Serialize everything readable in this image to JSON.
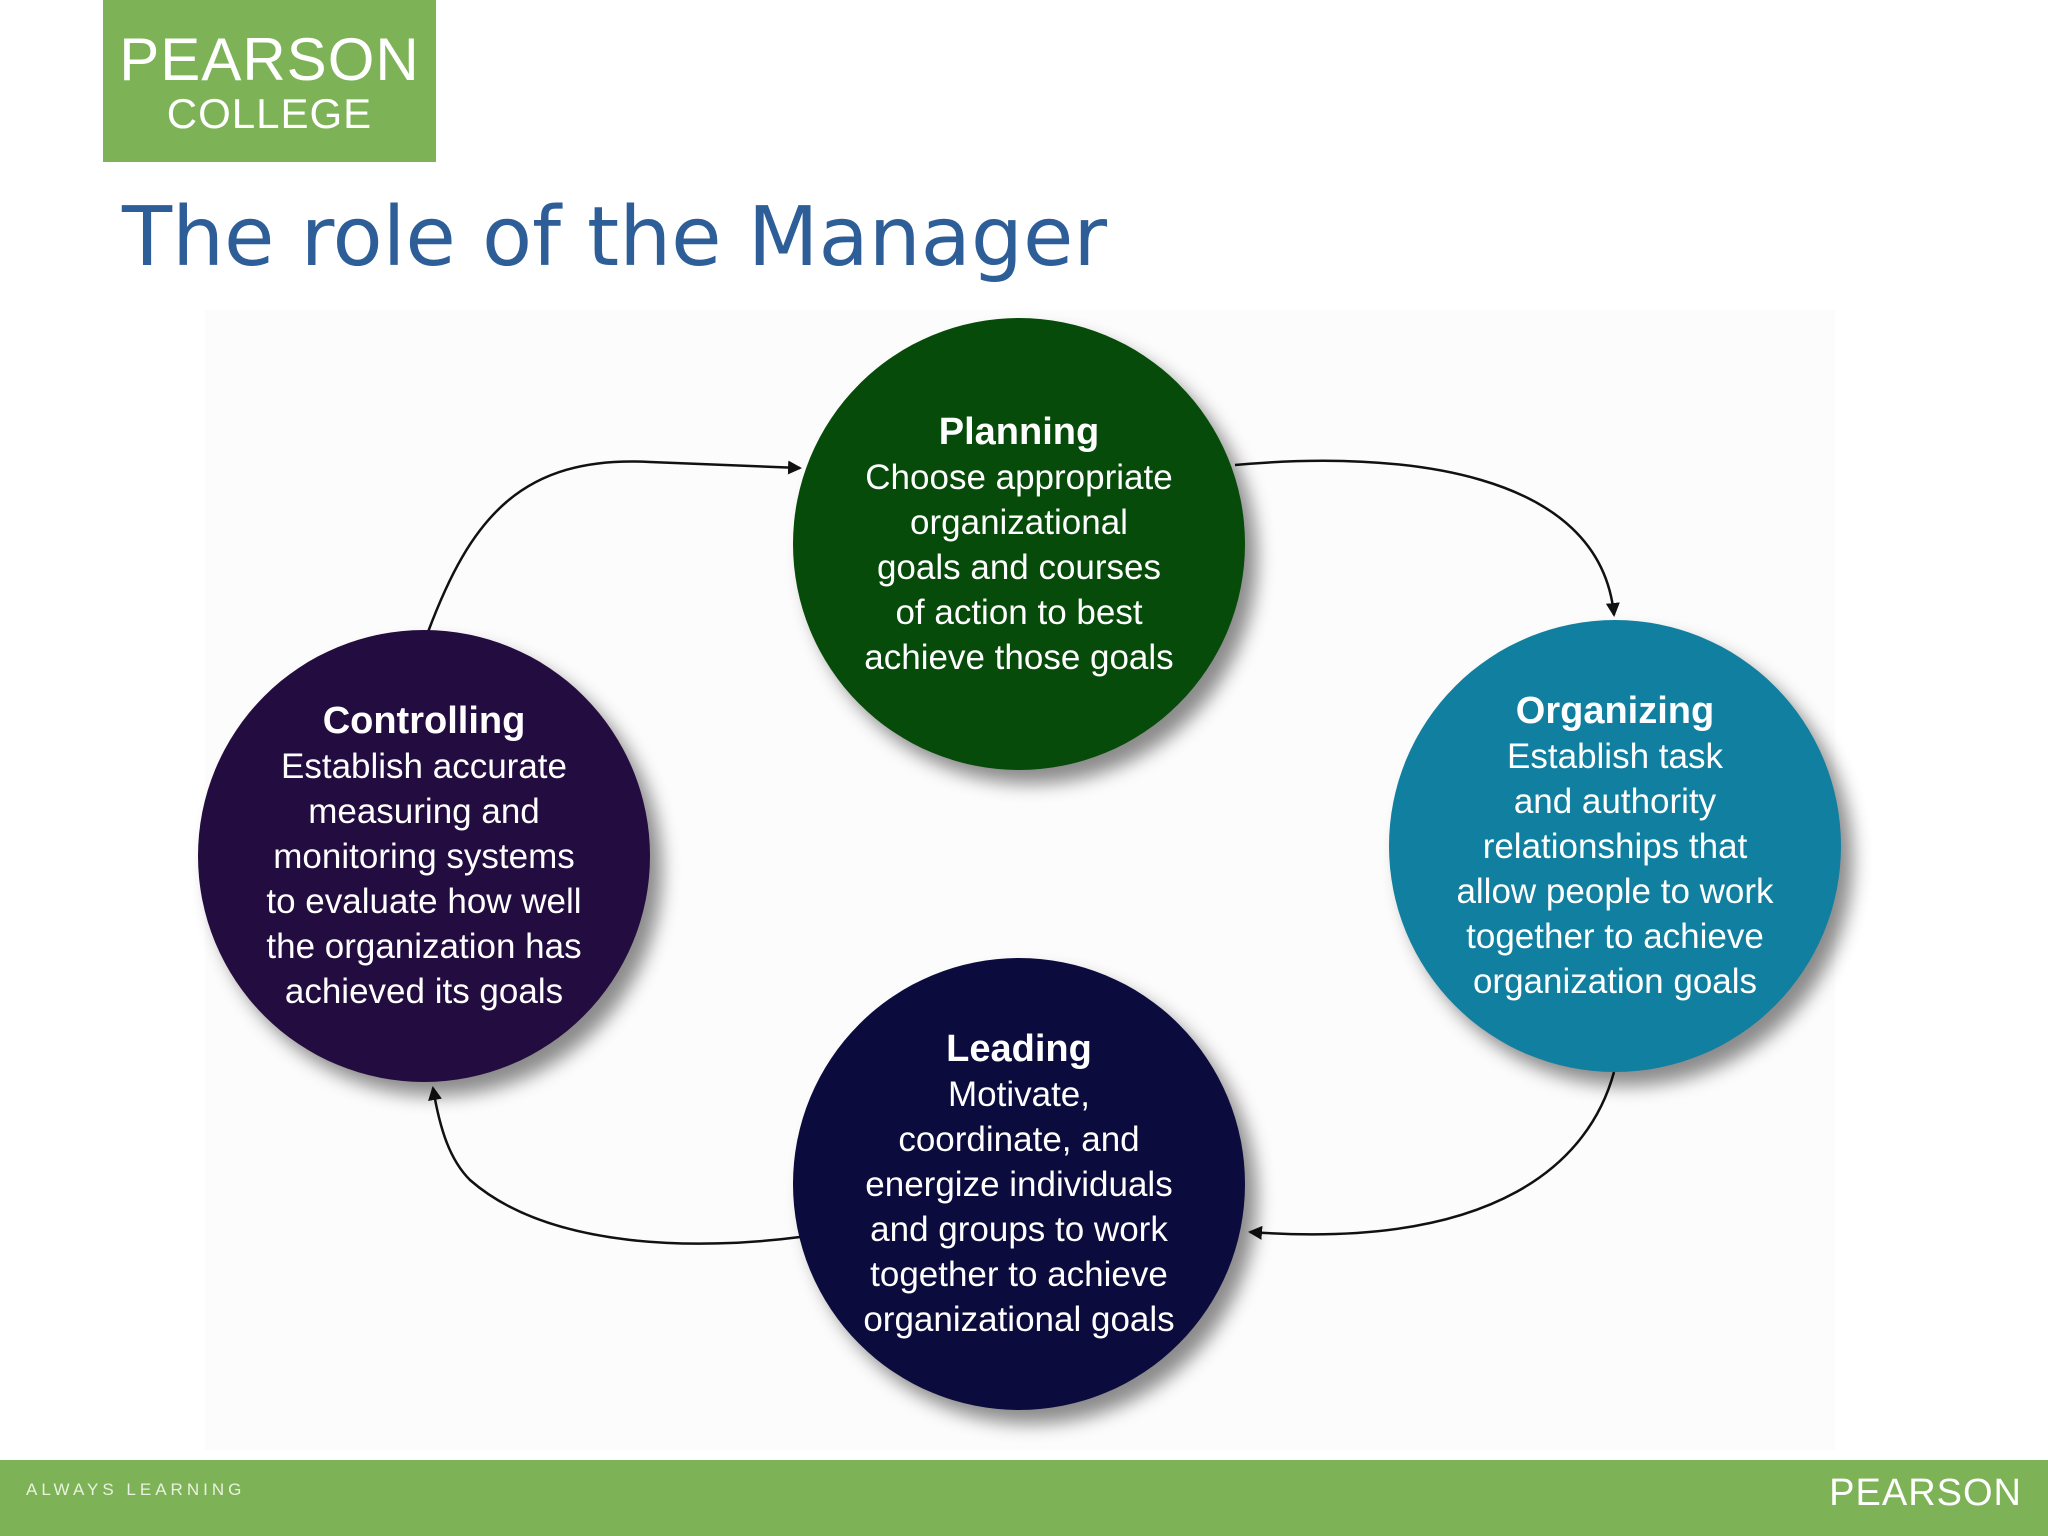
{
  "header": {
    "logo_line1": "PEARSON",
    "logo_line2": "COLLEGE",
    "title": "The role of the Manager"
  },
  "diagram": {
    "planning": {
      "title": "Planning",
      "text": "Choose appropriate\norganizational\ngoals and courses\nof action to best\nachieve those goals",
      "color": "#064b09"
    },
    "organizing": {
      "title": "Organizing",
      "text": "Establish task\nand authority\nrelationships that\nallow people to work\ntogether to achieve\norganization goals",
      "color": "#117f9f"
    },
    "leading": {
      "title": "Leading",
      "text": "Motivate,\ncoordinate, and\nenergize individuals\nand groups to work\ntogether to achieve\norganizational goals",
      "color": "#0c0b3d"
    },
    "controlling": {
      "title": "Controlling",
      "text": "Establish accurate\nmeasuring and\nmonitoring systems\nto evaluate how well\nthe organization has\nachieved its goals",
      "color": "#230c3f"
    },
    "cycle": [
      "Planning",
      "Organizing",
      "Leading",
      "Controlling"
    ]
  },
  "footer": {
    "tagline": "ALWAYS LEARNING",
    "brand": "PEARSON",
    "color": "#7db356"
  }
}
